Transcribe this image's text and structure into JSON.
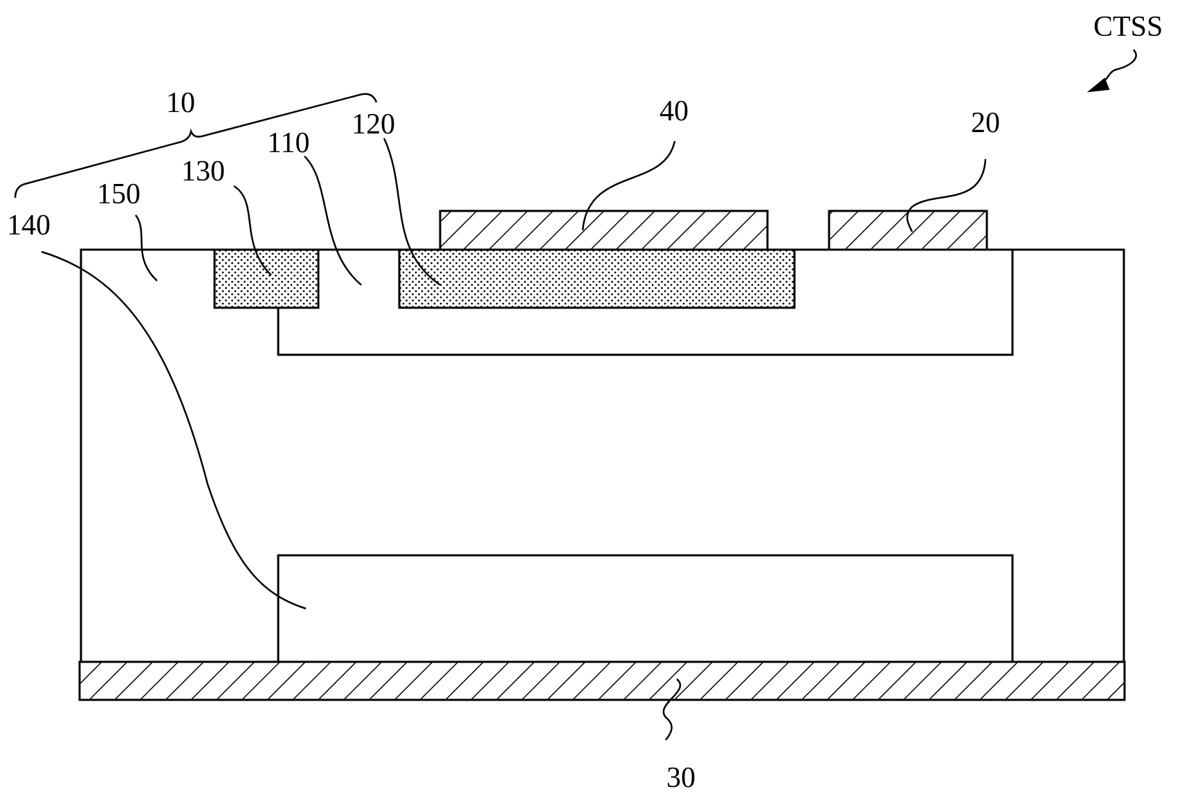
{
  "figure": {
    "labels": {
      "device": "CTSS",
      "group": "10",
      "region_110": "110",
      "region_120": "120",
      "region_130": "130",
      "region_140": "140",
      "region_150": "150",
      "electrode_20": "20",
      "electrode_30": "30",
      "electrode_40": "40"
    },
    "fills": {
      "hatched": "diagonal hatch",
      "dotted": "dot pattern"
    },
    "colors": {
      "line": "#000000",
      "background": "#ffffff"
    }
  }
}
